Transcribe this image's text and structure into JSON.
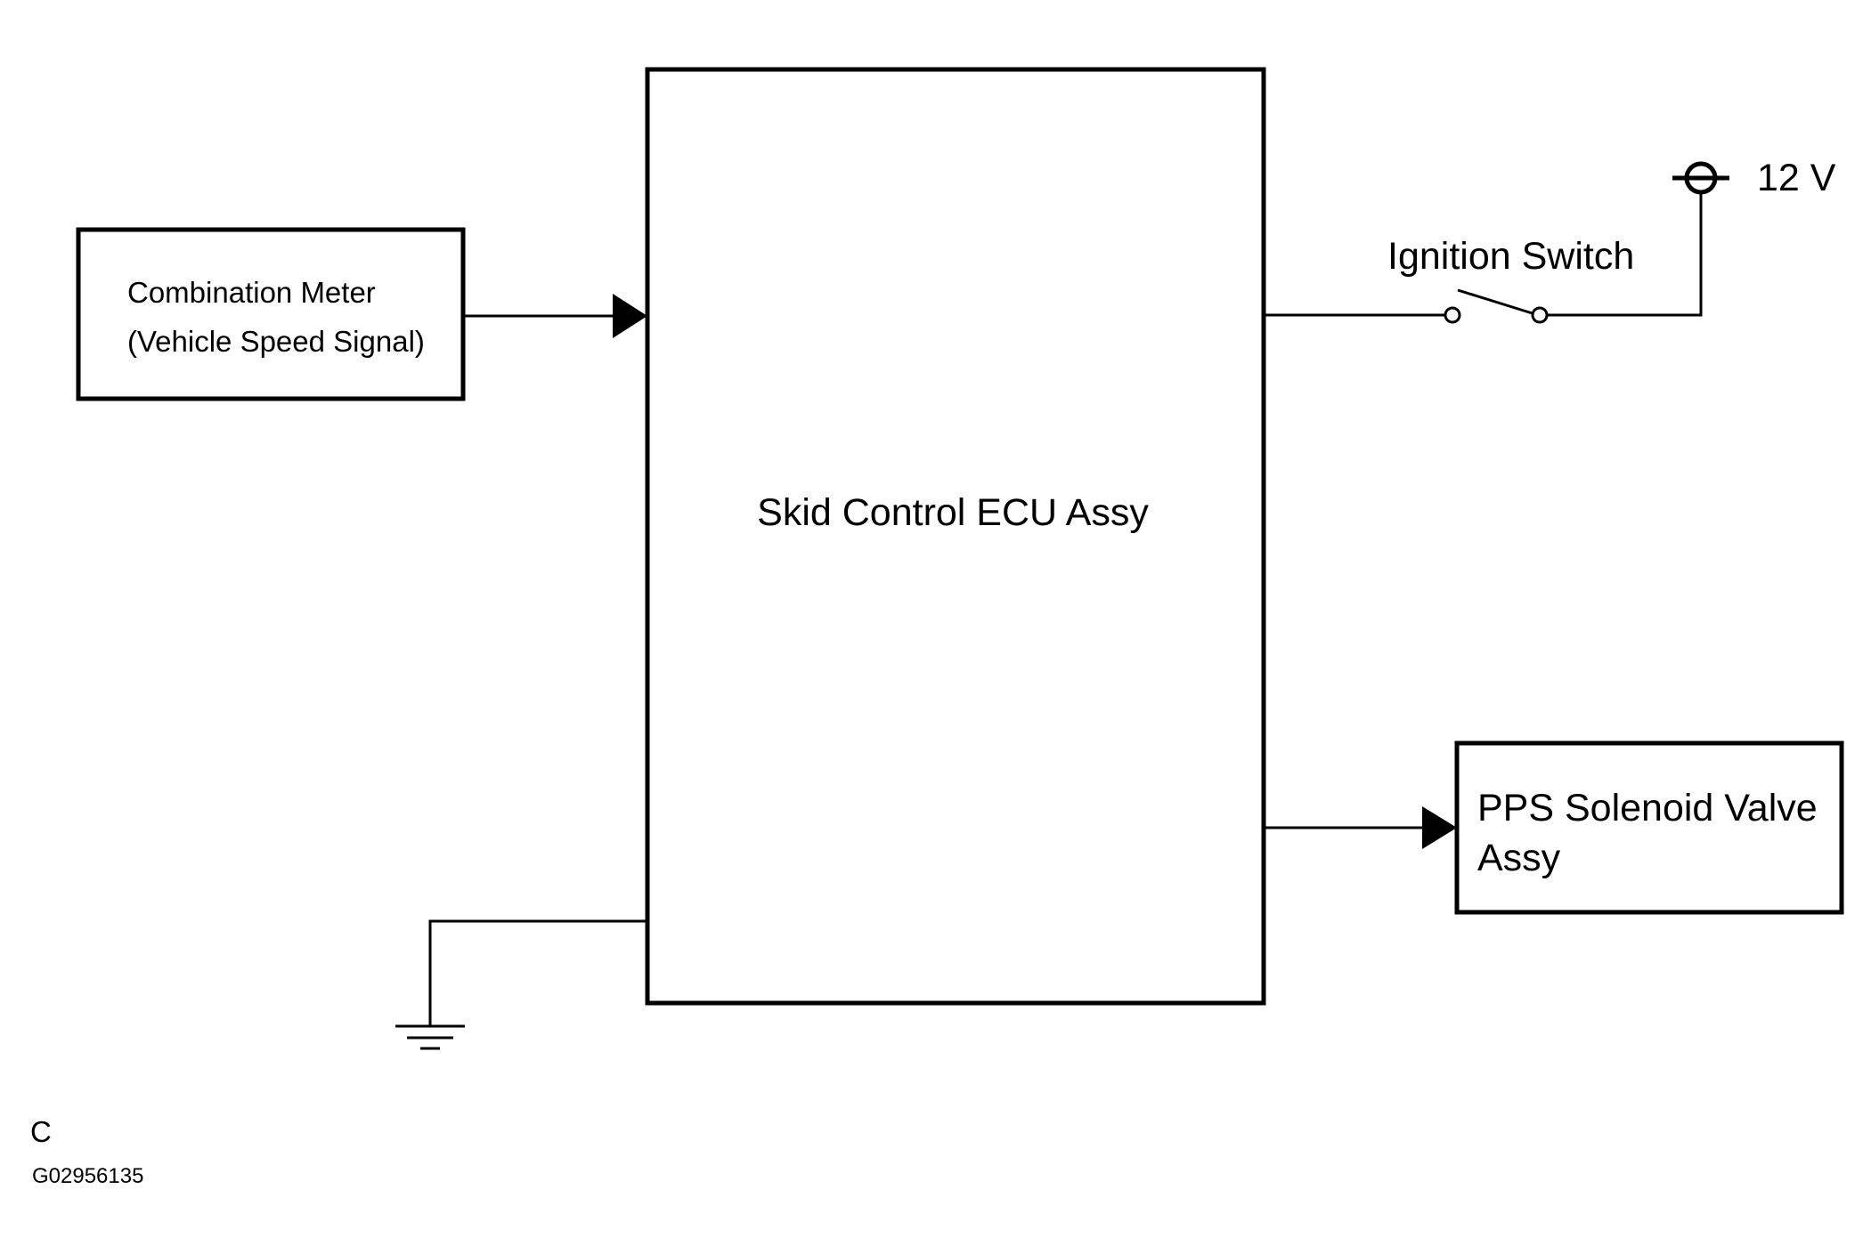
{
  "ecu": {
    "label": "Skid Control ECU Assy"
  },
  "combination_meter": {
    "line1": "Combination Meter",
    "line2": "(Vehicle Speed Signal)"
  },
  "ignition_switch": {
    "label": "Ignition Switch"
  },
  "power_source": {
    "label": "12 V"
  },
  "solenoid_valve": {
    "line1": "PPS Solenoid Valve",
    "line2": "Assy"
  },
  "ground": {
    "icon": "ground-symbol-icon"
  },
  "footer": {
    "code_letter": "C",
    "figure_id": "G02956135"
  }
}
